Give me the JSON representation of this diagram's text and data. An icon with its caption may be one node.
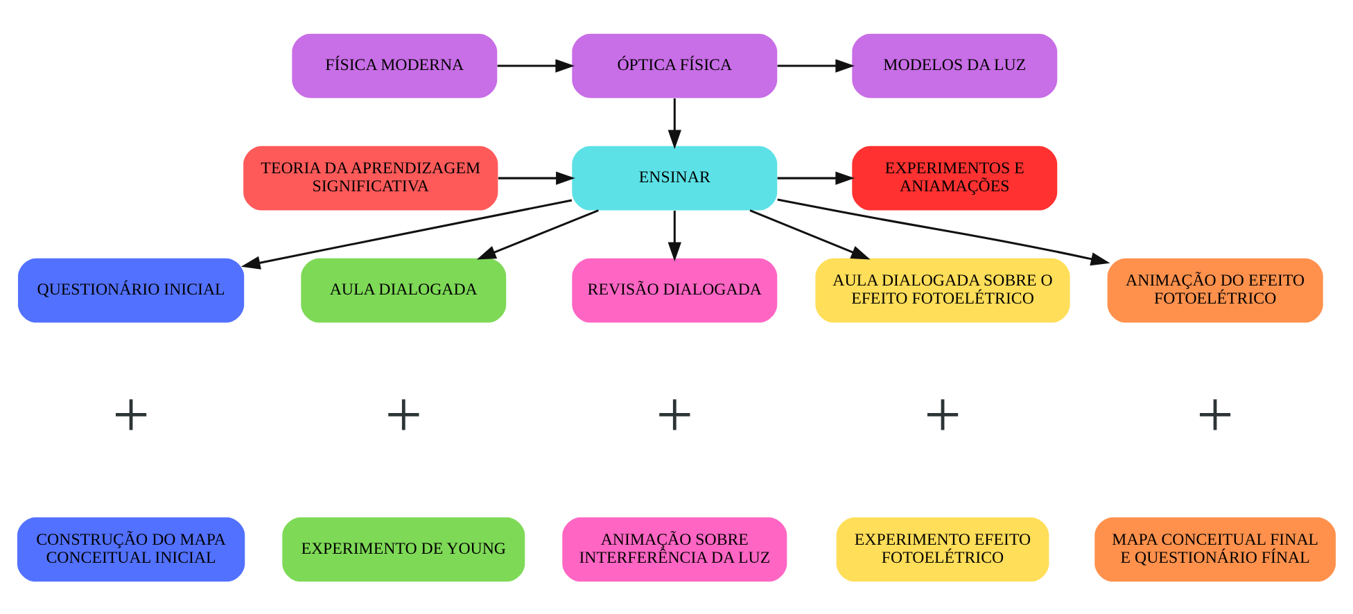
{
  "diagram": {
    "nodes": [
      {
        "text": [
          "FÍSICA MODERNA"
        ]
      },
      {
        "text": [
          "ÓPTICA FÍSICA"
        ]
      },
      {
        "text": [
          "MODELOS DA LUZ"
        ]
      },
      {
        "text": [
          "TEORIA DA APRENDIZAGEM SIGNIFICATIVA"
        ]
      },
      {
        "text": [
          "ENSINAR"
        ]
      },
      {
        "text": [
          "EXPERIMENTOS E ANIAMAÇÕES"
        ]
      },
      {
        "text": [
          "QUESTIONÁRIO INICIAL"
        ]
      },
      {
        "text": [
          "AULA DIALOGADA"
        ]
      },
      {
        "text": [
          "REVISÃO DIALOGADA"
        ]
      },
      {
        "text": [
          "AULA DIALOGADA SOBRE O EFEITO FOTOELÉTRICO"
        ]
      },
      {
        "text": [
          "ANIMAÇÃO DO EFEITO FOTOELÉTRICO"
        ]
      },
      {
        "text": [
          "CONSTRUÇÃO DO MAPA CONCEITUAL INICIAL"
        ]
      },
      {
        "text": [
          "EXPERIMENTO DE YOUNG"
        ]
      },
      {
        "text": [
          "ANIMAÇÃO SOBRE INTERFERÊNCIA DA LUZ"
        ]
      },
      {
        "text": [
          "EXPERIMENTO EFEITO FOTOELÉTRICO"
        ]
      },
      {
        "text": [
          "MAPA CONCEITUAL FINAL E QUESTIONÁRIO FÍNAL"
        ]
      }
    ],
    "edges": [
      {
        "from": 0,
        "to": 1,
        "arrow": "to"
      },
      {
        "from": 1,
        "to": 2,
        "arrow": "to"
      },
      {
        "from": 1,
        "to": 4,
        "arrow": "to"
      },
      {
        "from": 3,
        "to": 4,
        "arrow": "to"
      },
      {
        "from": 4,
        "to": 5,
        "arrow": "to"
      },
      {
        "from": 4,
        "to": 6,
        "arrow": "to"
      },
      {
        "from": 4,
        "to": 7,
        "arrow": "to"
      },
      {
        "from": 4,
        "to": 8,
        "arrow": "to"
      },
      {
        "from": 4,
        "to": 9,
        "arrow": "to"
      },
      {
        "from": 4,
        "to": 10,
        "arrow": "to"
      }
    ],
    "labels": [
      "+",
      "+",
      "+",
      "+",
      "+"
    ]
  }
}
